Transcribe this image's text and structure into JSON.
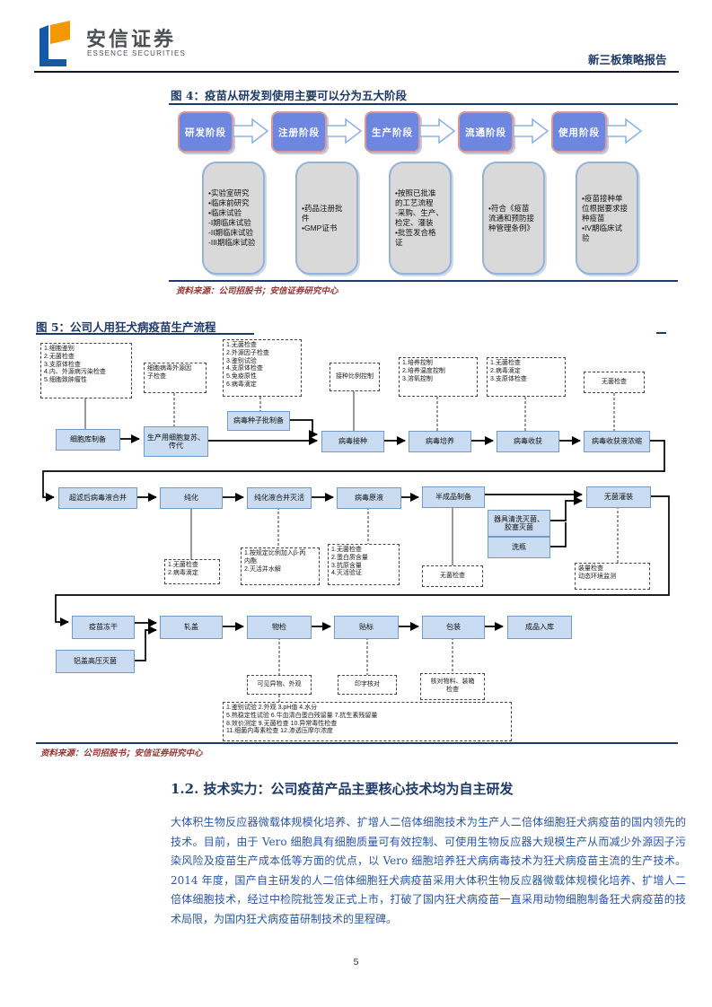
{
  "header": {
    "brand_cn": "安信证券",
    "brand_en": "ESSENCE SECURITIES",
    "report_type": "新三板策略报告"
  },
  "fig4": {
    "title": "图 4：疫苗从研发到使用主要可以分为五大阶段",
    "source": "资料来源：公司招股书；安信证券研究中心",
    "stages": [
      {
        "label": "研发阶段",
        "details": "•实验室研究\n•临床前研究\n•临床试验\n-I期临床试验\n-II期临床试验\n-III期临床试验"
      },
      {
        "label": "注册阶段",
        "details": "•药品注册批\n件\n•GMP证书"
      },
      {
        "label": "生产阶段",
        "details": "•按照已批准\n的工艺流程\n-采购、生产、\n检定、灌装\n•批签发合格\n证"
      },
      {
        "label": "流通阶段",
        "details": "•符合《疫苗\n流通和预防接\n种管理条例》"
      },
      {
        "label": "使用阶段",
        "details": "•疫苗接种单\n位根据要求接\n种疫苗\n•IV期临床试\n验"
      }
    ]
  },
  "fig5": {
    "title": "图 5：公司人用狂犬病疫苗生产流程",
    "source": "资料来源：公司招股书；安信证券研究中心",
    "steps": {
      "cell_bank": "细胞库制备",
      "cell_revive": "生产用细胞复苏、\n传代",
      "seed_batch": "病毒种子批制备",
      "inoculate": "病毒接种",
      "culture": "病毒培养",
      "harvest": "病毒收获",
      "concentrate": "病毒收获液浓缩",
      "ultrafilter": "超滤后病毒液合并",
      "purify": "纯化",
      "inactivate": "纯化液合并灭活",
      "stock": "病毒原液",
      "semi": "半成品制备",
      "fill": "无菌灌装",
      "tools": "器具清洗灭菌、\n胶塞灭菌",
      "wash": "洗瓶",
      "freeze": "疫苗冻干",
      "alucap": "铝盖高压灭菌",
      "crimp": "轧盖",
      "inspect": "物检",
      "label": "贴标",
      "pack": "包装",
      "store": "成品入库"
    },
    "qc": {
      "q1": "1.细胞鉴别\n2.无菌检查\n3.支原体检查\n4.内、外源病污染检查\n5.细胞致肿瘤性",
      "q2": "细胞病毒外源因\n子检查",
      "q3": "1.无菌检查\n2.外源因子检查\n3.鉴别试验\n4.支原体检查\n5.免疫原性\n6.病毒滴定",
      "q4": "接种比例控制",
      "q5": "1.培养控制\n2.培养温度控制\n3.溶氧控制",
      "q6": "1.无菌检查\n2.病毒滴定\n3.支原体检查",
      "q7": "无菌检查",
      "q8": "1.无菌检查\n2.病毒滴定",
      "q9": "1.按规定比例加入β-丙\n内酯\n2.灭活并水解",
      "q10": "1.无菌检查\n2.蛋白质含量\n3.抗原含量\n4.灭活验证",
      "q11": "无菌检查",
      "q12": "装量检查\n动态环境监测",
      "q13": "可见异物、外观",
      "q14": "印字核对",
      "q15": "核对物料、装箱\n检查",
      "q16": "1.鉴别试验  2.外观 3.pH值 4.水分\n5.热稳定性试验 6.牛血清白蛋白残留量 7.抗生素残留量\n8.效价测定 9.无菌检查 10.异常毒性检查\n11.细菌内毒素检查 12.渗透压摩尔浓度"
    }
  },
  "section": {
    "heading": "1.2. 技术实力：公司疫苗产品主要核心技术均为自主研发",
    "paragraph": "大体积生物反应器微载体规模化培养、扩增人二倍体细胞技术为生产人二倍体细胞狂犬病疫苗的国内领先的技术。目前，由于 Vero 细胞具有细胞质量可有效控制、可使用生物反应器大规模生产从而减少外源因子污染风险及疫苗生产成本低等方面的优点，以 Vero 细胞培养狂犬病病毒技术为狂犬病疫苗主流的生产技术。2014 年度，国产自主研发的人二倍体细胞狂犬病疫苗采用大体积生物反应器微载体规模化培养、扩增人二倍体细胞技术，经过中检院批签发正式上市，打破了国内狂犬病疫苗一直采用动物细胞制备狂犬病疫苗的技术局限，为国内狂犬病疫苗研制技术的里程碑。",
    "page_number": "5"
  }
}
